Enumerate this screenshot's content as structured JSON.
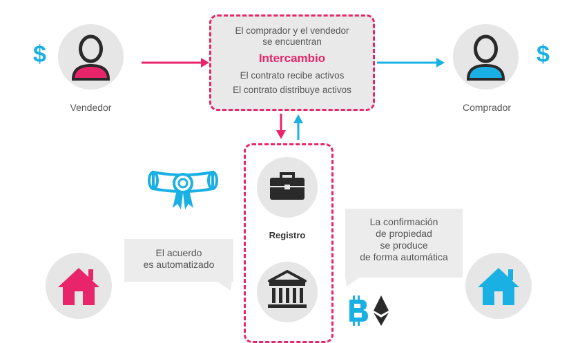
{
  "colors": {
    "pink": "#e8246a",
    "blue": "#1ab0e4",
    "gray": "#e6e6e6",
    "dark": "#2a2a2a"
  },
  "seller": {
    "label": "Vendedor",
    "currency": "$"
  },
  "buyer": {
    "label": "Comprador",
    "currency": "$"
  },
  "exchange": {
    "line1": "El comprador y el vendedor",
    "line2": "se encuentran",
    "title": "Intercambio",
    "line3": "El contrato recibe activos",
    "line4": "El contrato distribuye activos"
  },
  "registry": {
    "label": "Registro"
  },
  "agreement": {
    "line1": "El acuerdo",
    "line2": "es automatizado"
  },
  "confirmation": {
    "line1": "La confirmación",
    "line2": "de propiedad",
    "line3": "se produce",
    "line4": "de forma automática"
  },
  "icons": [
    "user-icon",
    "dollar-icon",
    "diploma-icon",
    "briefcase-icon",
    "bank-icon",
    "house-icon",
    "bitcoin-icon",
    "ethereum-icon",
    "arrow-icon"
  ]
}
